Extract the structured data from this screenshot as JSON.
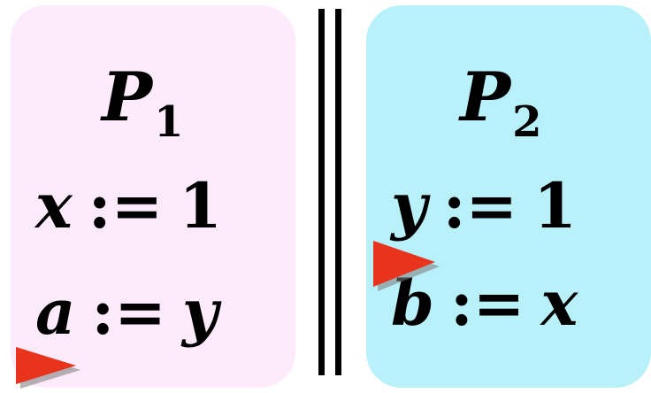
{
  "p1": {
    "title_main": "P",
    "title_sub": "1",
    "stmt1": {
      "lhs": "x",
      "op": ":=",
      "rhs": "1"
    },
    "stmt2": {
      "lhs": "a",
      "op": ":=",
      "rhs": "y"
    },
    "background": "#fdeafb"
  },
  "p2": {
    "title_main": "P",
    "title_sub": "2",
    "stmt1": {
      "lhs": "y",
      "op": ":=",
      "rhs": "1"
    },
    "stmt2": {
      "lhs": "b",
      "op": ":=",
      "rhs": "x"
    },
    "background": "#b8f1fa"
  },
  "marker": {
    "color": "#e8341c",
    "icon": "play-triangle-icon"
  }
}
